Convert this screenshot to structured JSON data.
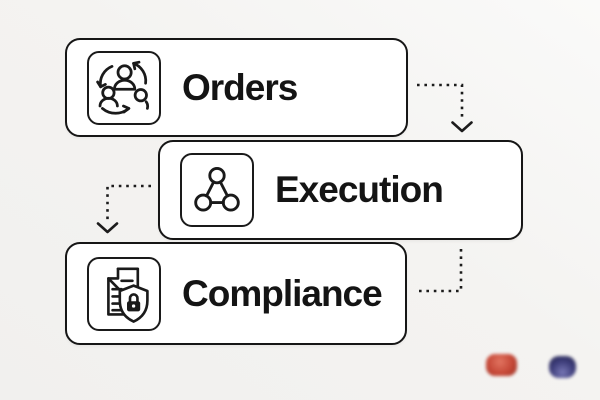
{
  "diagram": {
    "title": "order-execution-compliance-flow",
    "background_color": "#f4f3f1",
    "box_fill": "#ffffff",
    "stroke_color": "#161616",
    "text_color": "#141414",
    "nodes": [
      {
        "id": "orders",
        "label": "Orders",
        "icon": "team-cycle-icon"
      },
      {
        "id": "execution",
        "label": "Execution",
        "icon": "network-triangle-icon"
      },
      {
        "id": "compliance",
        "label": "Compliance",
        "icon": "document-shield-lock-icon"
      }
    ],
    "connections": [
      {
        "from": "orders",
        "to": "execution",
        "path": "right-then-down",
        "style": "dotted",
        "arrowhead": "down"
      },
      {
        "from": "execution",
        "to": "compliance",
        "path": "left-then-down",
        "style": "dotted",
        "arrowhead": "down"
      },
      {
        "from": "execution",
        "to": "compliance",
        "path": "down-then-left",
        "style": "dotted",
        "arrowhead": "none"
      }
    ],
    "watermarks": [
      {
        "name": "red-blurred-logo",
        "color": "#c23a28"
      },
      {
        "name": "blue-blurred-logo",
        "color": "#2c2c6e"
      }
    ]
  }
}
